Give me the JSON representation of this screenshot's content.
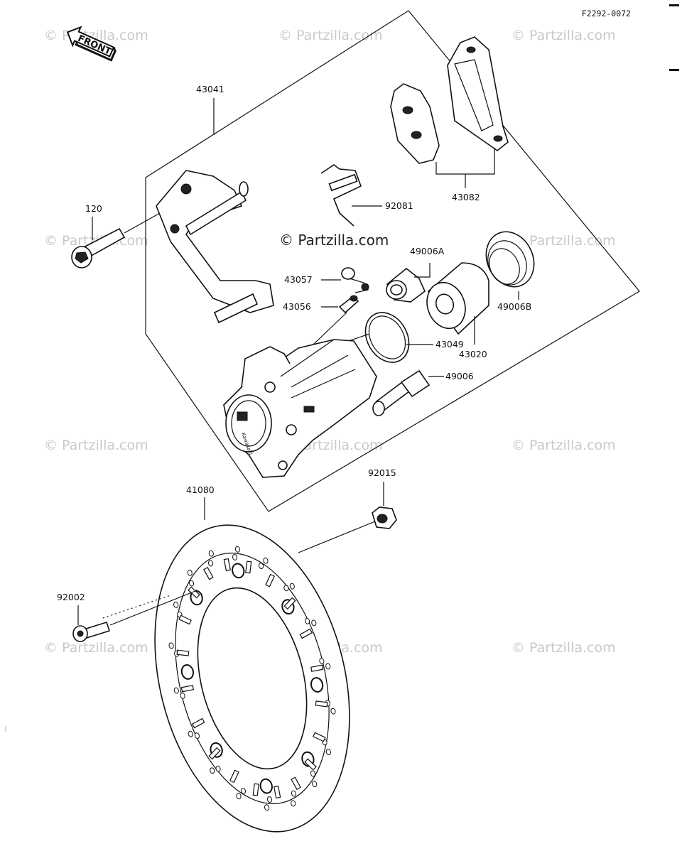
{
  "diagram": {
    "code": "F2292-0072",
    "front_label": "FRONT",
    "watermark_text": "© Partzilla.com",
    "callouts": {
      "caliper_assy": "43041",
      "pad_set": "43082",
      "bolt": "120",
      "spring": "92081",
      "boot_a": "49006A",
      "cap": "43057",
      "bleed_valve": "43056",
      "seal": "43049",
      "piston": "43020",
      "boot_b": "49006B",
      "boot": "49006",
      "nut": "92015",
      "disc": "41080",
      "disc_bolt": "92002"
    },
    "brand_mark": "Kawasaki"
  }
}
